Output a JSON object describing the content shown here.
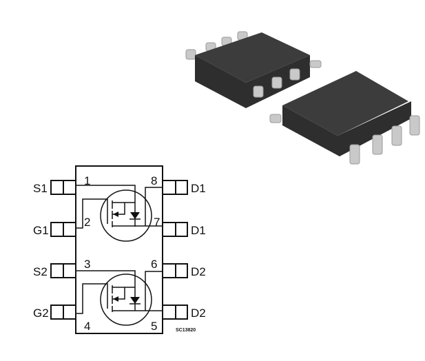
{
  "title": "Dual MOSFET SO-8 package pinout",
  "pins_left": [
    {
      "name": "S1",
      "number": "1"
    },
    {
      "name": "G1",
      "number": "2"
    },
    {
      "name": "S2",
      "number": "3"
    },
    {
      "name": "G2",
      "number": "4"
    }
  ],
  "pins_right": [
    {
      "name": "D1",
      "number": "8"
    },
    {
      "name": "D1",
      "number": "7"
    },
    {
      "name": "D2",
      "number": "6"
    },
    {
      "name": "D2",
      "number": "5"
    }
  ],
  "drawing_code": "SC13820",
  "colors": {
    "package_body": "#3a3a3a",
    "lead": "#c9c9c9",
    "line": "#111111"
  }
}
